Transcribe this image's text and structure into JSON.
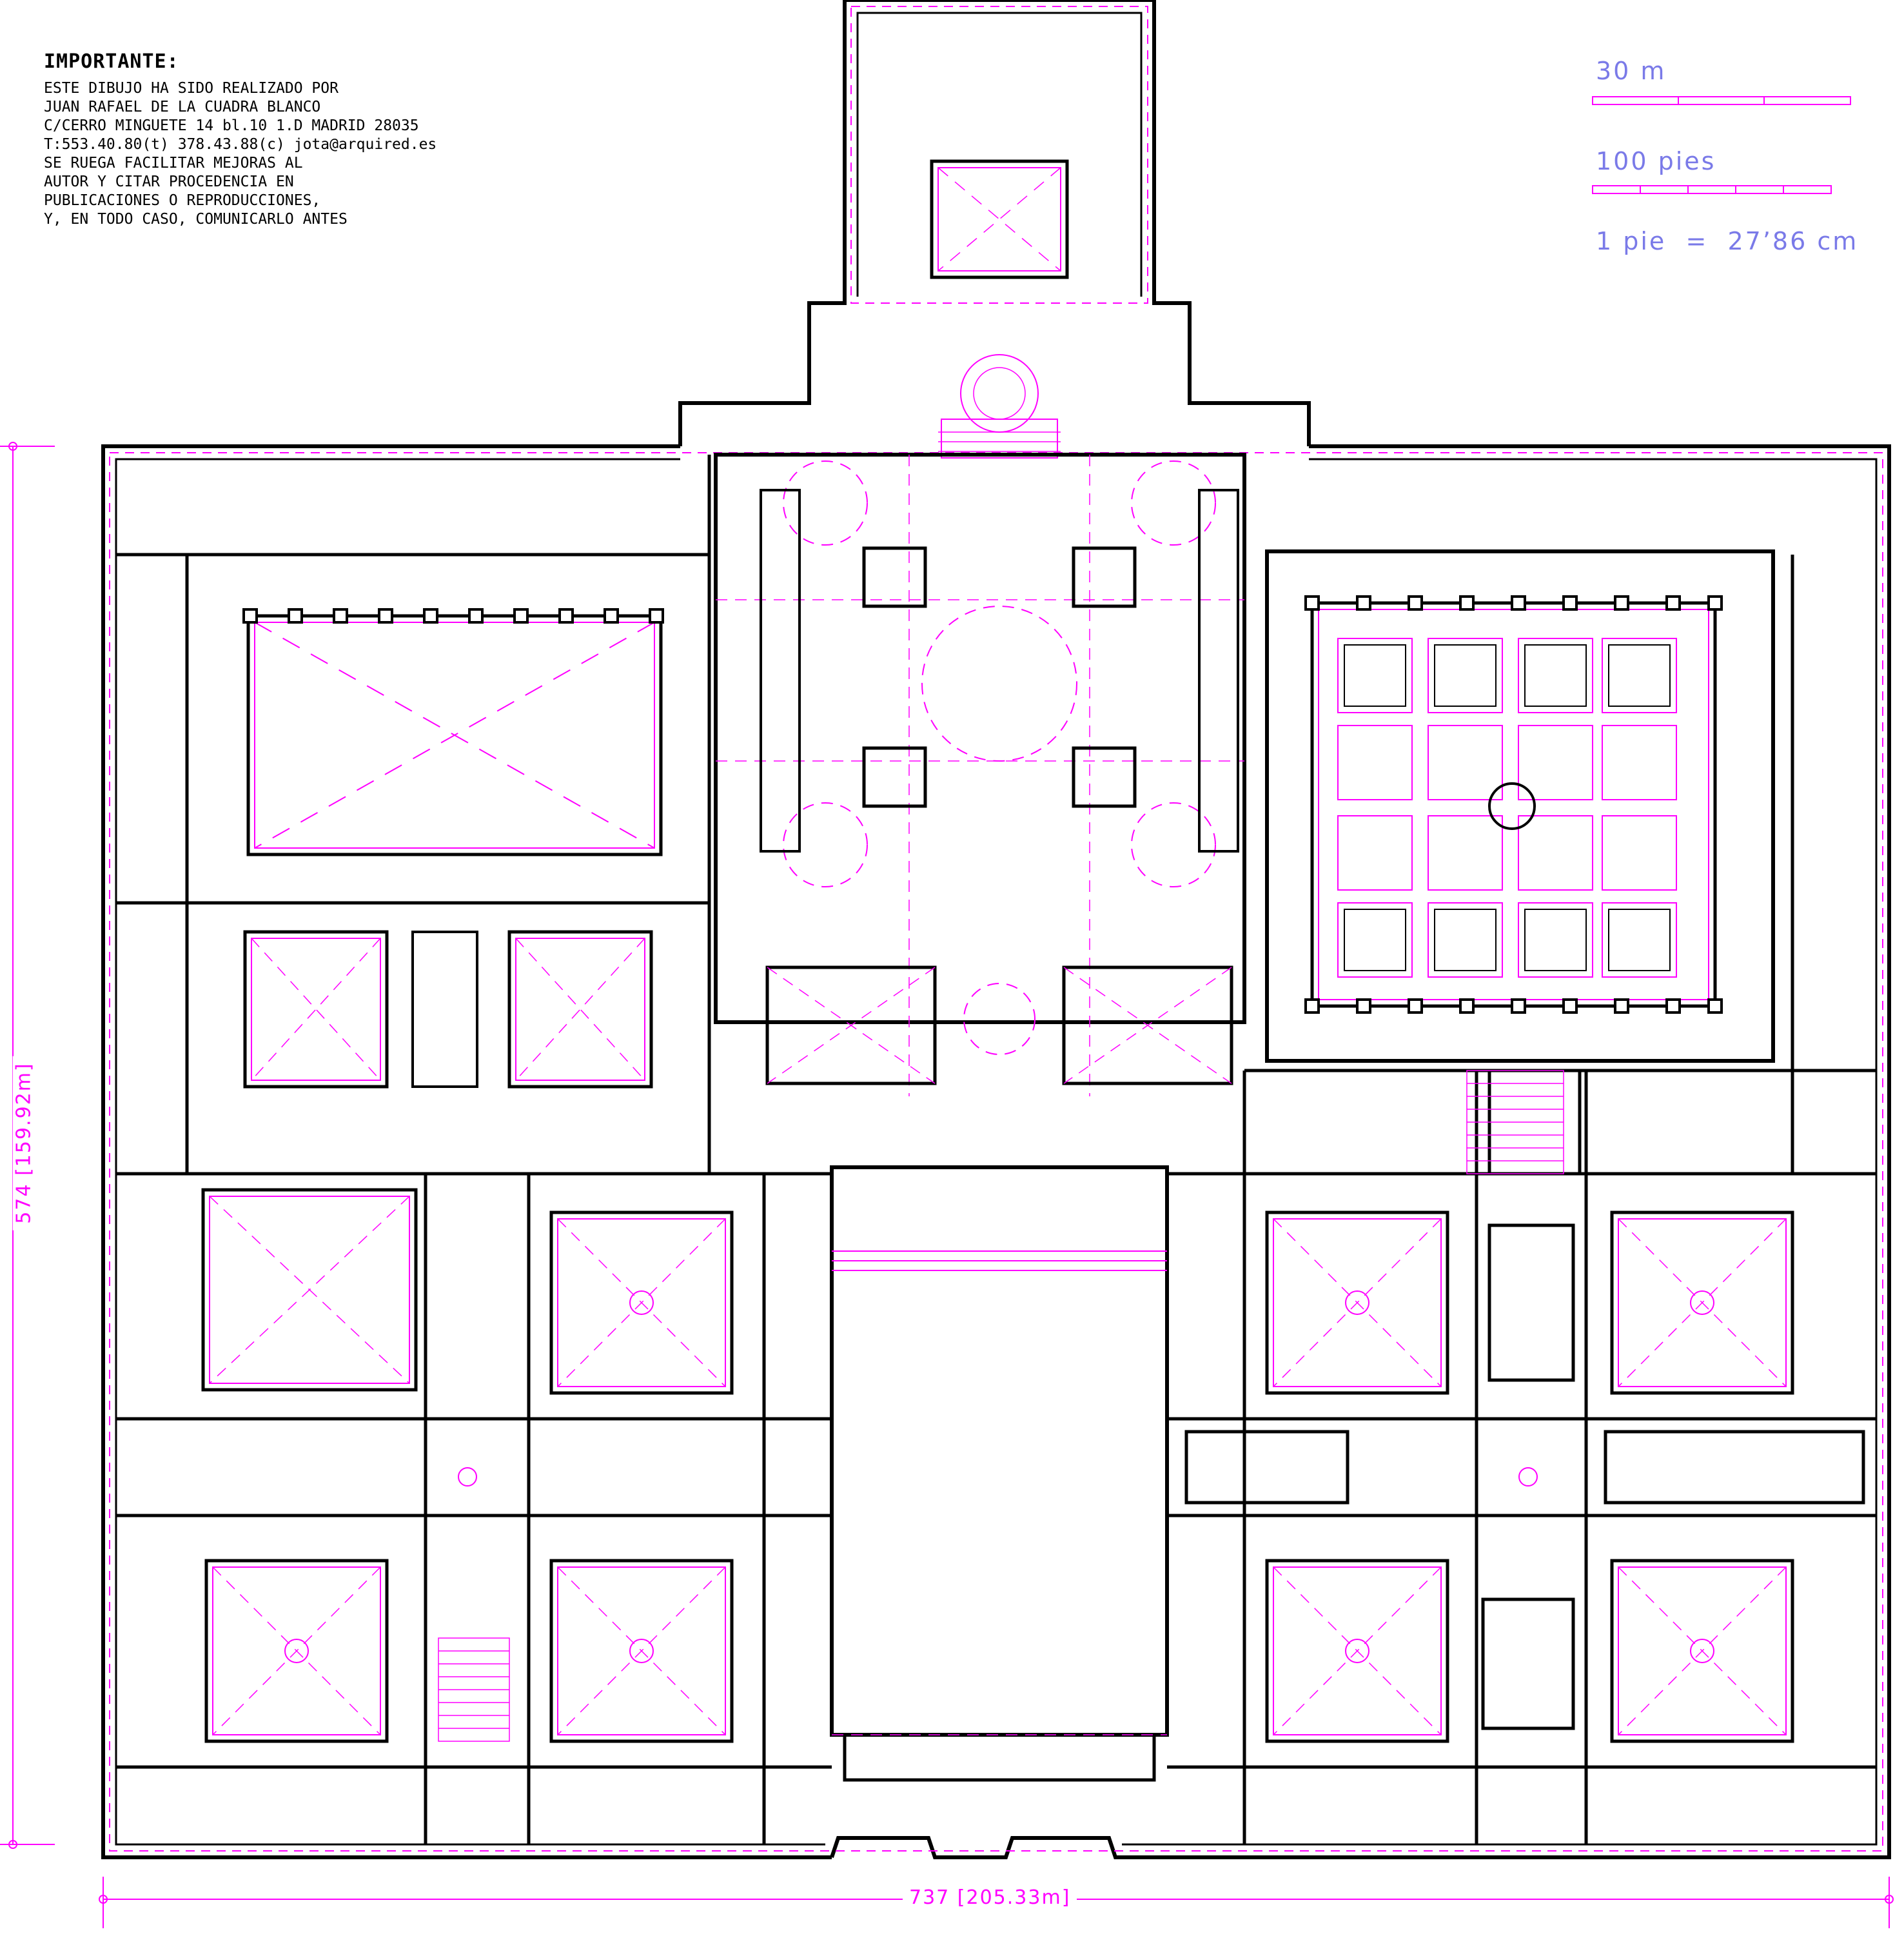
{
  "note": {
    "heading": "IMPORTANTE:",
    "lines": [
      "ESTE DIBUJO HA SIDO REALIZADO POR",
      "JUAN RAFAEL DE LA CUADRA BLANCO",
      "C/CERRO MINGUETE 14 bl.10 1.D MADRID 28035",
      "T:553.40.80(t) 378.43.88(c) jota@arquired.es",
      "SE RUEGA FACILITAR MEJORAS AL",
      "AUTOR Y CITAR PROCEDENCIA EN",
      "PUBLICACIONES O REPRODUCCIONES,",
      "Y, EN TODO CASO, COMUNICARLO ANTES"
    ]
  },
  "scales": {
    "metric_label": "30 m",
    "feet_label": "100 pies",
    "conversion": "1 pie  =  27’86 cm"
  },
  "dimensions": {
    "height_label": "574 [159.92m]",
    "width_label": "737 [205.33m]"
  },
  "colors": {
    "walls": "#000000",
    "overlay": "#ff00ff",
    "scale": "#7a7ae8",
    "background": "#ffffff"
  }
}
